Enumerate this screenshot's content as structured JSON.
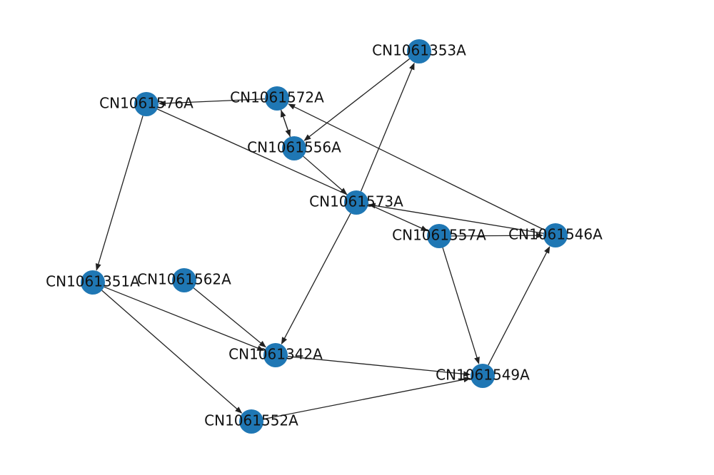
{
  "graph": {
    "node_color": "#1f77b4",
    "edge_color": "#222222",
    "label_color": "#111111",
    "nodes": [
      {
        "id": "n353",
        "label": "CN1061353A"
      },
      {
        "id": "n576",
        "label": "CN1061576A"
      },
      {
        "id": "n572",
        "label": "CN1061572A"
      },
      {
        "id": "n556",
        "label": "CN1061556A"
      },
      {
        "id": "n573",
        "label": "CN1061573A"
      },
      {
        "id": "n557",
        "label": "CN1061557A"
      },
      {
        "id": "n546",
        "label": "CN1061546A"
      },
      {
        "id": "n351",
        "label": "CN1061351A"
      },
      {
        "id": "n562",
        "label": "CN1061562A"
      },
      {
        "id": "n342",
        "label": "CN1061342A"
      },
      {
        "id": "n549",
        "label": "CN1061549A"
      },
      {
        "id": "n552",
        "label": "CN1061552A"
      }
    ],
    "edges": [
      {
        "from": "n572",
        "to": "n576"
      },
      {
        "from": "n576",
        "to": "n557"
      },
      {
        "from": "n576",
        "to": "n351"
      },
      {
        "from": "n572",
        "to": "n556"
      },
      {
        "from": "n556",
        "to": "n572"
      },
      {
        "from": "n556",
        "to": "n573"
      },
      {
        "from": "n353",
        "to": "n556"
      },
      {
        "from": "n573",
        "to": "n353"
      },
      {
        "from": "n573",
        "to": "n342"
      },
      {
        "from": "n546",
        "to": "n573"
      },
      {
        "from": "n546",
        "to": "n572"
      },
      {
        "from": "n557",
        "to": "n546"
      },
      {
        "from": "n557",
        "to": "n549"
      },
      {
        "from": "n549",
        "to": "n546"
      },
      {
        "from": "n342",
        "to": "n549"
      },
      {
        "from": "n552",
        "to": "n549"
      },
      {
        "from": "n351",
        "to": "n342"
      },
      {
        "from": "n351",
        "to": "n552"
      },
      {
        "from": "n562",
        "to": "n342"
      }
    ]
  }
}
